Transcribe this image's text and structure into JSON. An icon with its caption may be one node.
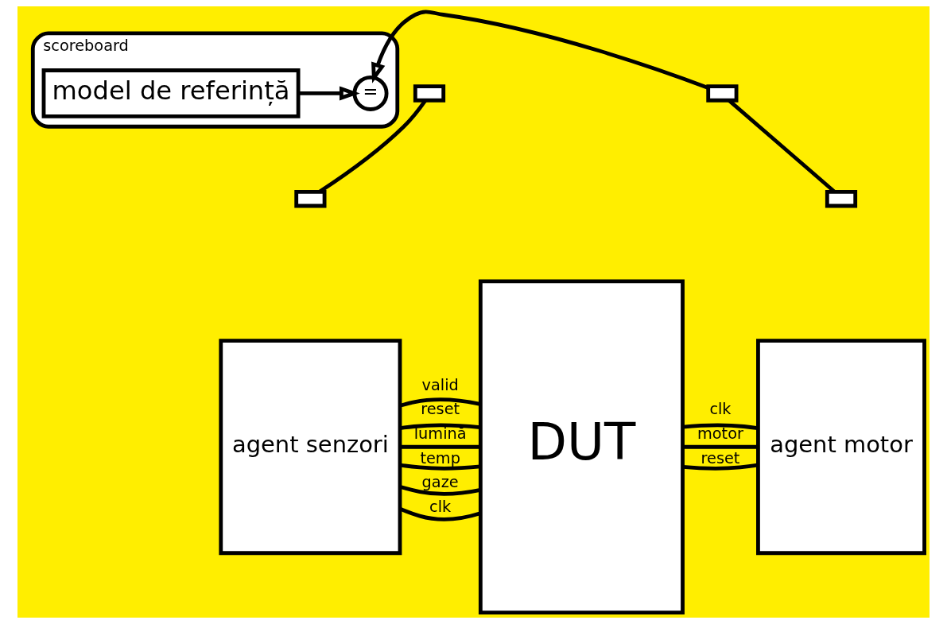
{
  "diagram": {
    "nodes": [
      {
        "text": [
          "scoreboard"
        ]
      },
      {
        "text": [
          "model de referință"
        ],
        "in": 0
      },
      {
        "text": [
          "="
        ],
        "in": 0
      },
      {
        "text": [],
        "shape": "box"
      },
      {
        "text": [],
        "shape": "box"
      },
      {
        "text": [
          "agent senzori"
        ]
      },
      {
        "text": [],
        "shape": "box"
      },
      {
        "text": [
          "DUT"
        ]
      },
      {
        "text": [
          "agent motor"
        ]
      },
      {
        "text": [],
        "shape": "box"
      }
    ],
    "edges": [
      {
        "from": 3,
        "to": 6,
        "arrow": "none"
      },
      {
        "from": 4,
        "to": 9,
        "arrow": "none"
      },
      {
        "from": 1,
        "to": 2,
        "arrow": "to"
      },
      {
        "from": 4,
        "to": 2,
        "arrow": "to"
      },
      {
        "from": 5,
        "to": 7,
        "label": "clk",
        "arrow": "none"
      },
      {
        "from": 5,
        "to": 7,
        "label": "reset",
        "arrow": "none"
      },
      {
        "from": 5,
        "to": 7,
        "label": "lumină",
        "arrow": "none"
      },
      {
        "from": 5,
        "to": 7,
        "label": "gaze",
        "arrow": "none"
      },
      {
        "from": 5,
        "to": 7,
        "label": "temp",
        "arrow": "none"
      },
      {
        "from": 5,
        "to": 7,
        "label": "valid",
        "arrow": "none"
      },
      {
        "from": 7,
        "to": 8,
        "label": "clk",
        "arrow": "none"
      },
      {
        "from": 7,
        "to": 8,
        "label": "reset",
        "arrow": "none"
      },
      {
        "from": 7,
        "to": 8,
        "label": "motor",
        "arrow": "none"
      }
    ]
  }
}
